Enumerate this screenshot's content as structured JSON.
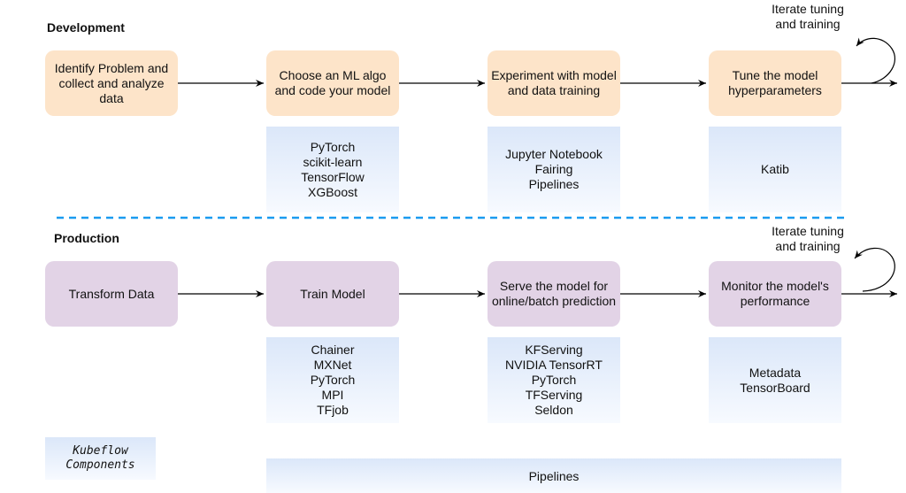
{
  "development": {
    "title": "Development",
    "stages": [
      "Identify Problem and collect and analyze data",
      "Choose an ML algo and code your model",
      "Experiment with model and data training",
      "Tune the model hyperparameters"
    ],
    "components": [
      [
        "PyTorch",
        "scikit-learn",
        "TensorFlow",
        "XGBoost"
      ],
      [
        "Jupyter Notebook",
        "Fairing",
        "Pipelines"
      ],
      [
        "Katib"
      ]
    ],
    "loop_label": [
      "Iterate tuning",
      "and training"
    ]
  },
  "production": {
    "title": "Production",
    "stages": [
      "Transform Data",
      "Train Model",
      "Serve the model for online/batch prediction",
      "Monitor the model's performance"
    ],
    "components": [
      [
        "Chainer",
        "MXNet",
        "PyTorch",
        "MPI",
        "TFjob"
      ],
      [
        "KFServing",
        "NVIDIA TensorRT",
        "PyTorch",
        "TFServing",
        "Seldon"
      ],
      [
        "Metadata",
        "TensorBoard"
      ]
    ],
    "loop_label": [
      "Iterate tuning",
      "and training"
    ]
  },
  "legend": {
    "line1": "Kubeflow",
    "line2": "Components"
  },
  "shared_bar": {
    "label": "Pipelines"
  },
  "colors": {
    "dev_stage": "#fde4c9",
    "prod_stage": "#e2d3e6",
    "component_fill": "#dbe7f9",
    "divider": "#1a9bf0"
  }
}
